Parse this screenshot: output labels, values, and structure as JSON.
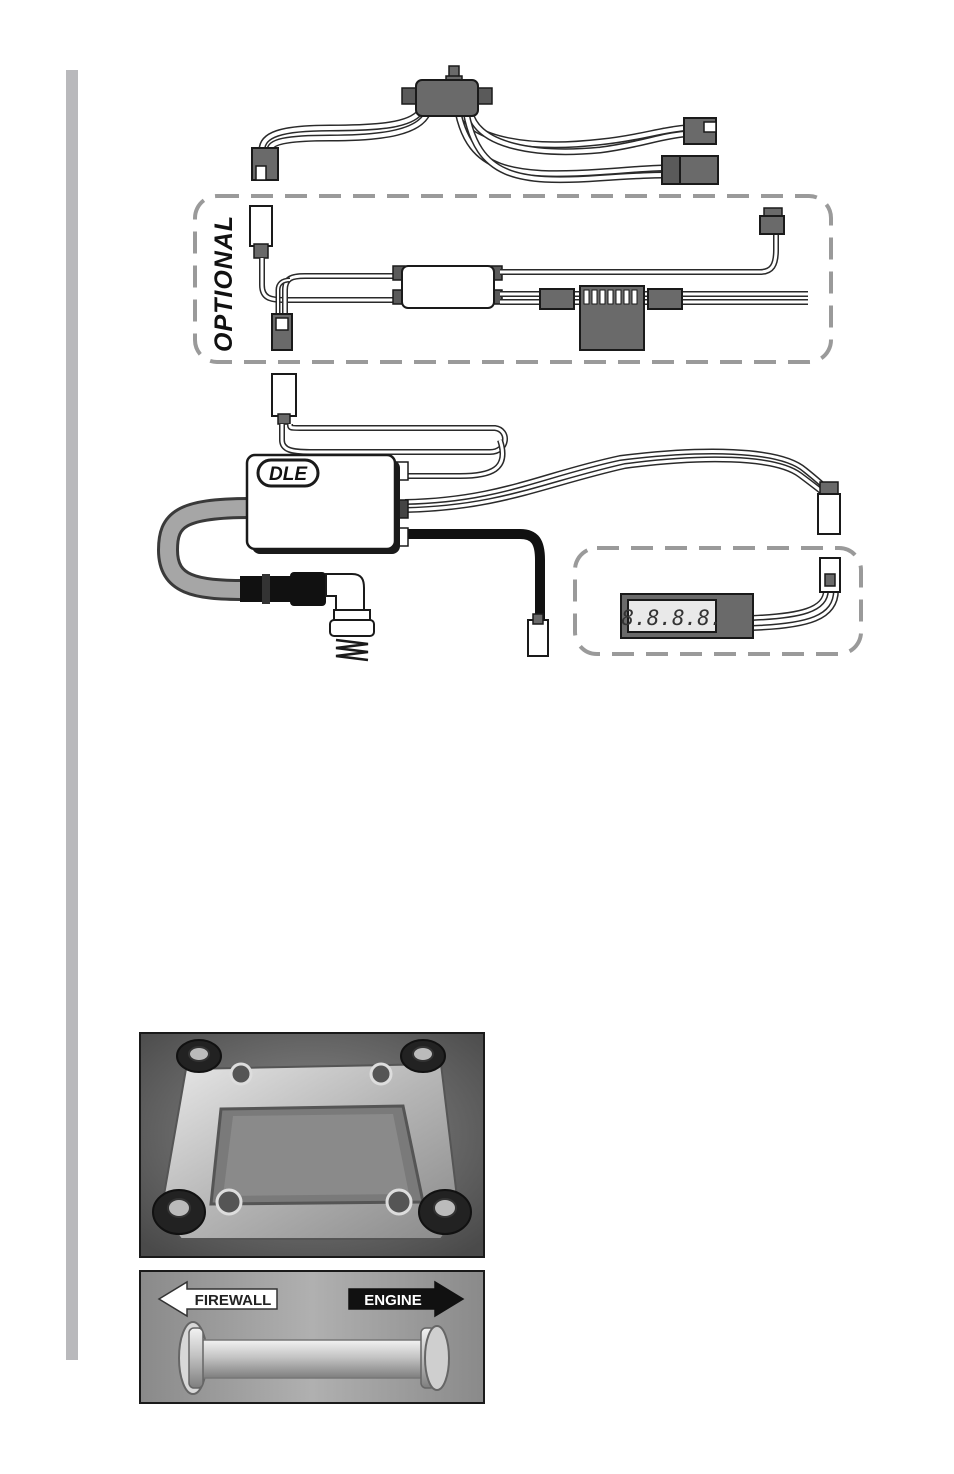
{
  "diagram": {
    "optional_label": "OPTIONAL",
    "ignition_brand": "DLE",
    "display_readout": "8.8.8.8."
  },
  "standoff_photo": {
    "left_arrow_label": "FIREWALL",
    "right_arrow_label": "ENGINE"
  },
  "colors": {
    "margin_bar": "#b9b9bc",
    "connector": "#6a6a6a",
    "wire_outline": "#2a2a2a",
    "optional_border": "#9a9a9a"
  }
}
